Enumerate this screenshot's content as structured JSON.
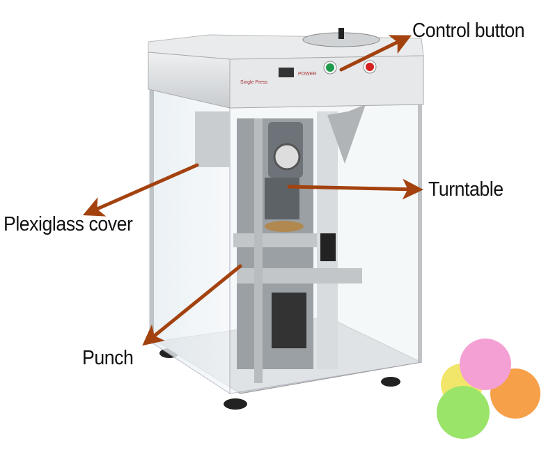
{
  "title": "Single punch tablet press diagram",
  "labels": {
    "control_button": "Control button",
    "turntable": "Turntable",
    "plexiglass_cover": "Plexiglass cover",
    "punch": "Punch"
  },
  "colors": {
    "arrow": "#a3420f",
    "steel": "#d6d8da",
    "green_button": "#1f9a4a",
    "red_button": "#d42222"
  }
}
